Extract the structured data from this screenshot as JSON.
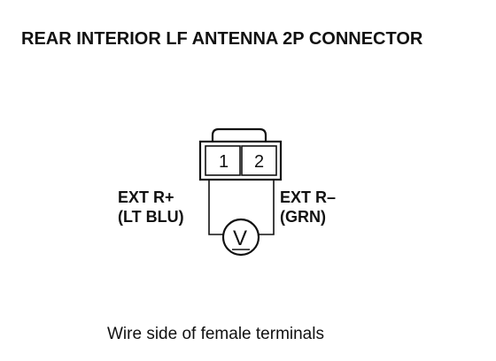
{
  "title": "REAR INTERIOR LF ANTENNA 2P CONNECTOR",
  "caption": "Wire side of female terminals",
  "connector": {
    "pins": [
      "1",
      "2"
    ]
  },
  "left_wire": {
    "name": "EXT R+",
    "color": "(LT BLU)"
  },
  "right_wire": {
    "name": "EXT R–",
    "color": "(GRN)"
  },
  "meter": {
    "symbol": "V"
  }
}
